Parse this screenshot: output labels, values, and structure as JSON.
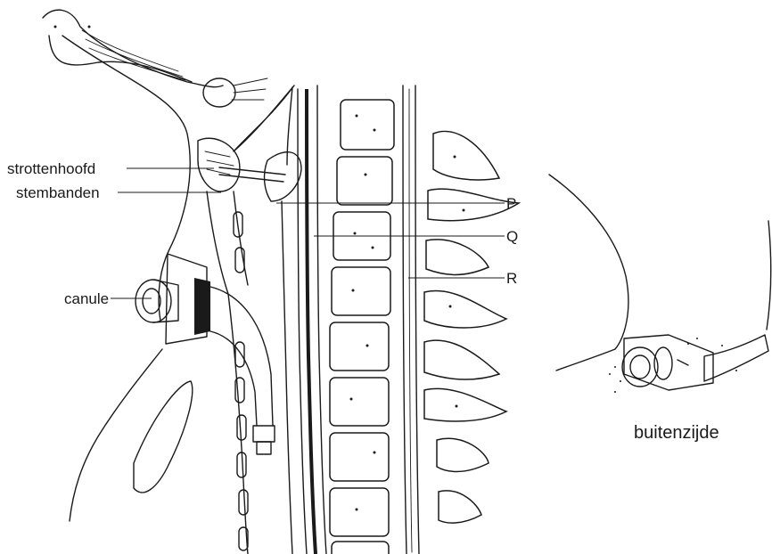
{
  "labels": {
    "larynx": "strottenhoofd",
    "vocal_cords": "stembanden",
    "cannula": "canule",
    "P": "P",
    "Q": "Q",
    "R": "R",
    "outside_caption": "buitenzijde"
  },
  "colors": {
    "ink": "#1a1a1a",
    "background": "#ffffff"
  }
}
